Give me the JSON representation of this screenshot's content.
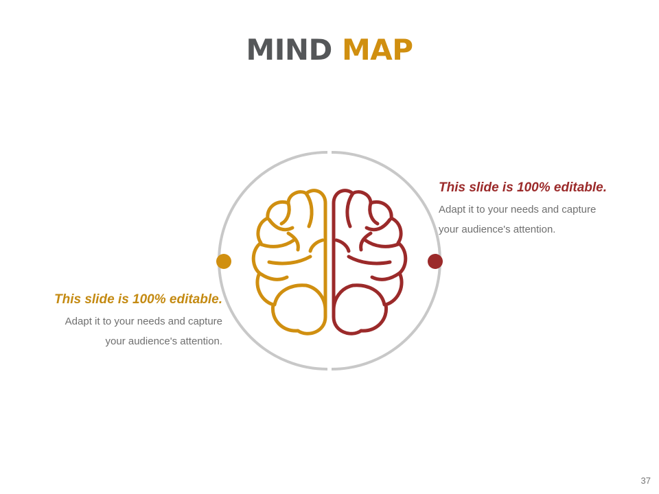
{
  "slide": {
    "title_part1": "MIND",
    "title_part2": "MAP",
    "page_number": "37"
  },
  "colors": {
    "gray_title": "#555759",
    "gold": "#d08f10",
    "red": "#9b2a2a",
    "ring": "#c8c8c8",
    "body_text": "#6f6f6f"
  },
  "left_callout": {
    "heading": "This slide is 100% editable.",
    "line1": "Adapt it to your needs and capture",
    "line2": "your audience's attention."
  },
  "right_callout": {
    "heading": "This slide is 100% editable.",
    "line1": "Adapt it to your needs and capture",
    "line2": "your audience's attention."
  },
  "icons": {
    "brain_left": "brain-left-hemisphere-icon",
    "brain_right": "brain-right-hemisphere-icon"
  }
}
